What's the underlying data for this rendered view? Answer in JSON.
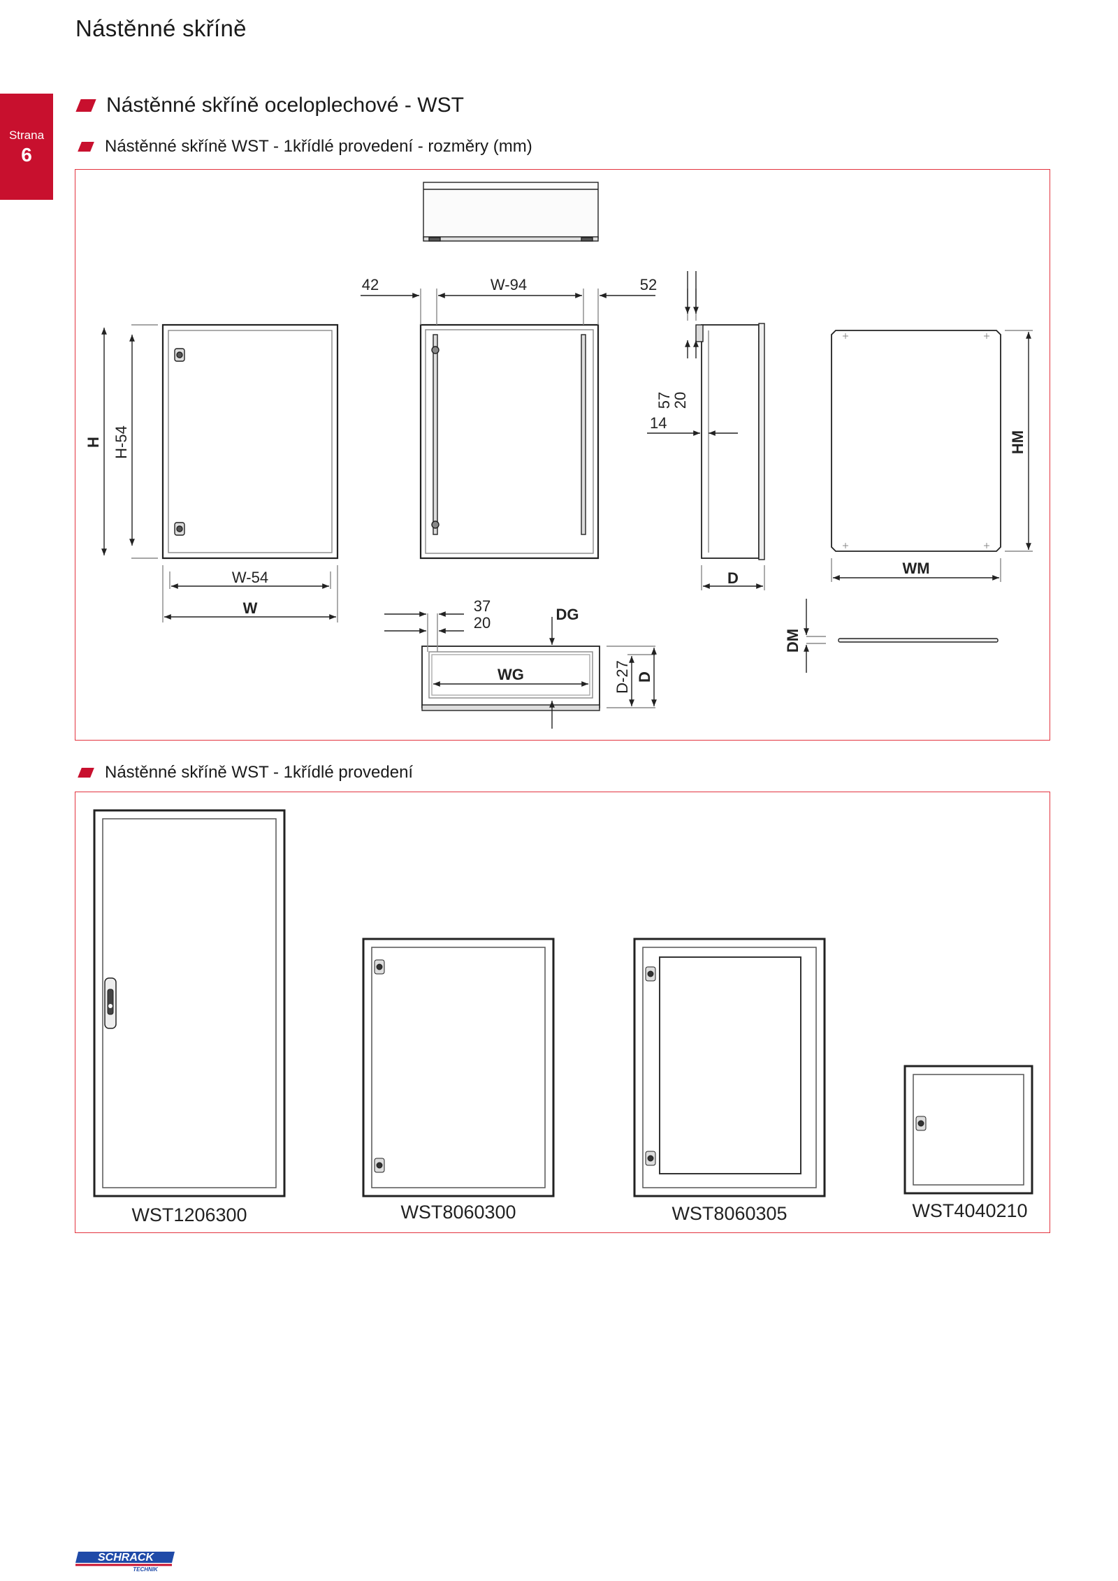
{
  "page": {
    "title": "Nástěnné skříně"
  },
  "side_tab": {
    "label": "Strana",
    "number": "6"
  },
  "section": {
    "heading": "Nástěnné skříně oceloplechové - WST"
  },
  "dimensions": {
    "heading": "Nástěnné skříně WST - 1křídlé provedení - rozměry (mm)",
    "labels": {
      "w94": "W-94",
      "d42": "42",
      "d52": "52",
      "d57": "57",
      "d20_side": "20",
      "d14": "14",
      "h": "H",
      "h54": "H-54",
      "w54": "W-54",
      "w": "W",
      "d": "D",
      "hm": "HM",
      "wm": "WM",
      "dm": "DM",
      "d37": "37",
      "d20_bottom": "20",
      "dg": "DG",
      "wg": "WG",
      "d27": "D-27",
      "d_bottom": "D"
    }
  },
  "models": {
    "heading": "Nástěnné skříně WST - 1křídlé provedení",
    "items": [
      {
        "code": "WST1206300"
      },
      {
        "code": "WST8060300"
      },
      {
        "code": "WST8060305"
      },
      {
        "code": "WST4040210"
      }
    ]
  },
  "footer": {
    "brand": "SCHRACK",
    "brand_sub": "TECHNIK"
  },
  "colors": {
    "accent": "#c8102e",
    "frame": "#e3343f"
  }
}
